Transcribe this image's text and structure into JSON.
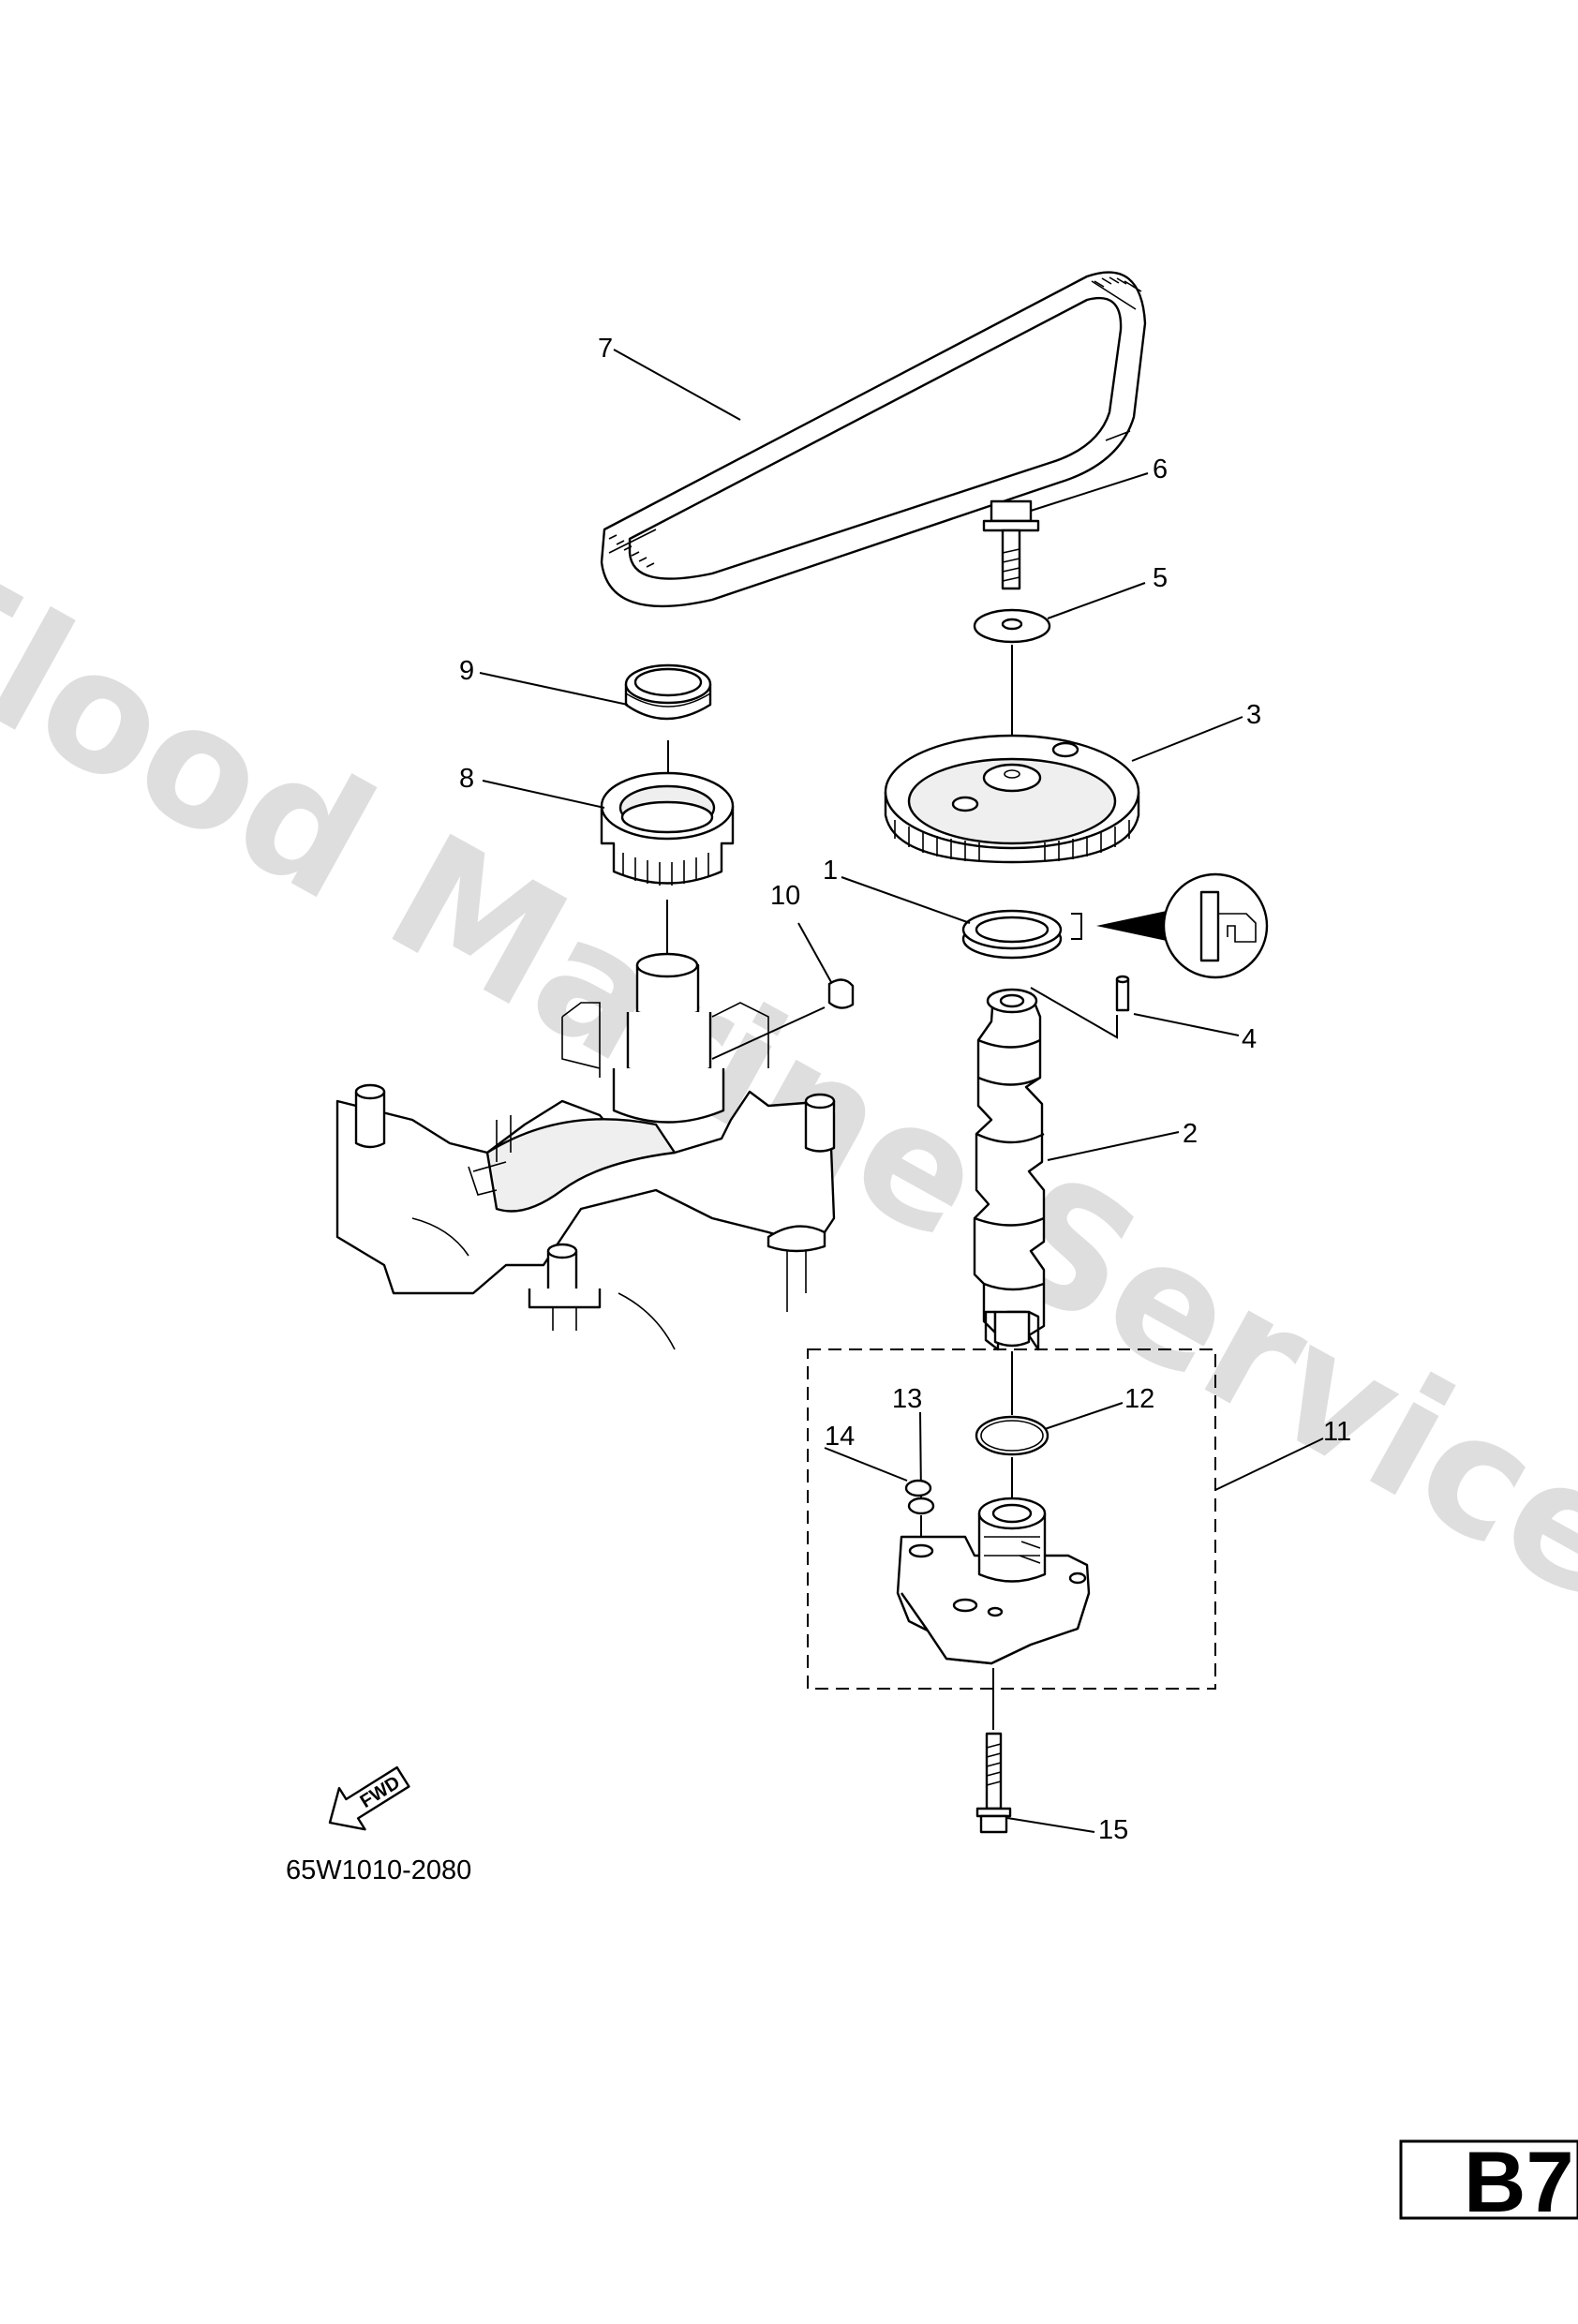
{
  "watermark": "Flood Marine Services",
  "diagram_code": "65W1010-2080",
  "fwd_label": "FWD",
  "page_ref": "B7",
  "callouts": [
    "1",
    "2",
    "3",
    "4",
    "5",
    "6",
    "7",
    "8",
    "9",
    "10",
    "11",
    "12",
    "13",
    "14",
    "15"
  ]
}
